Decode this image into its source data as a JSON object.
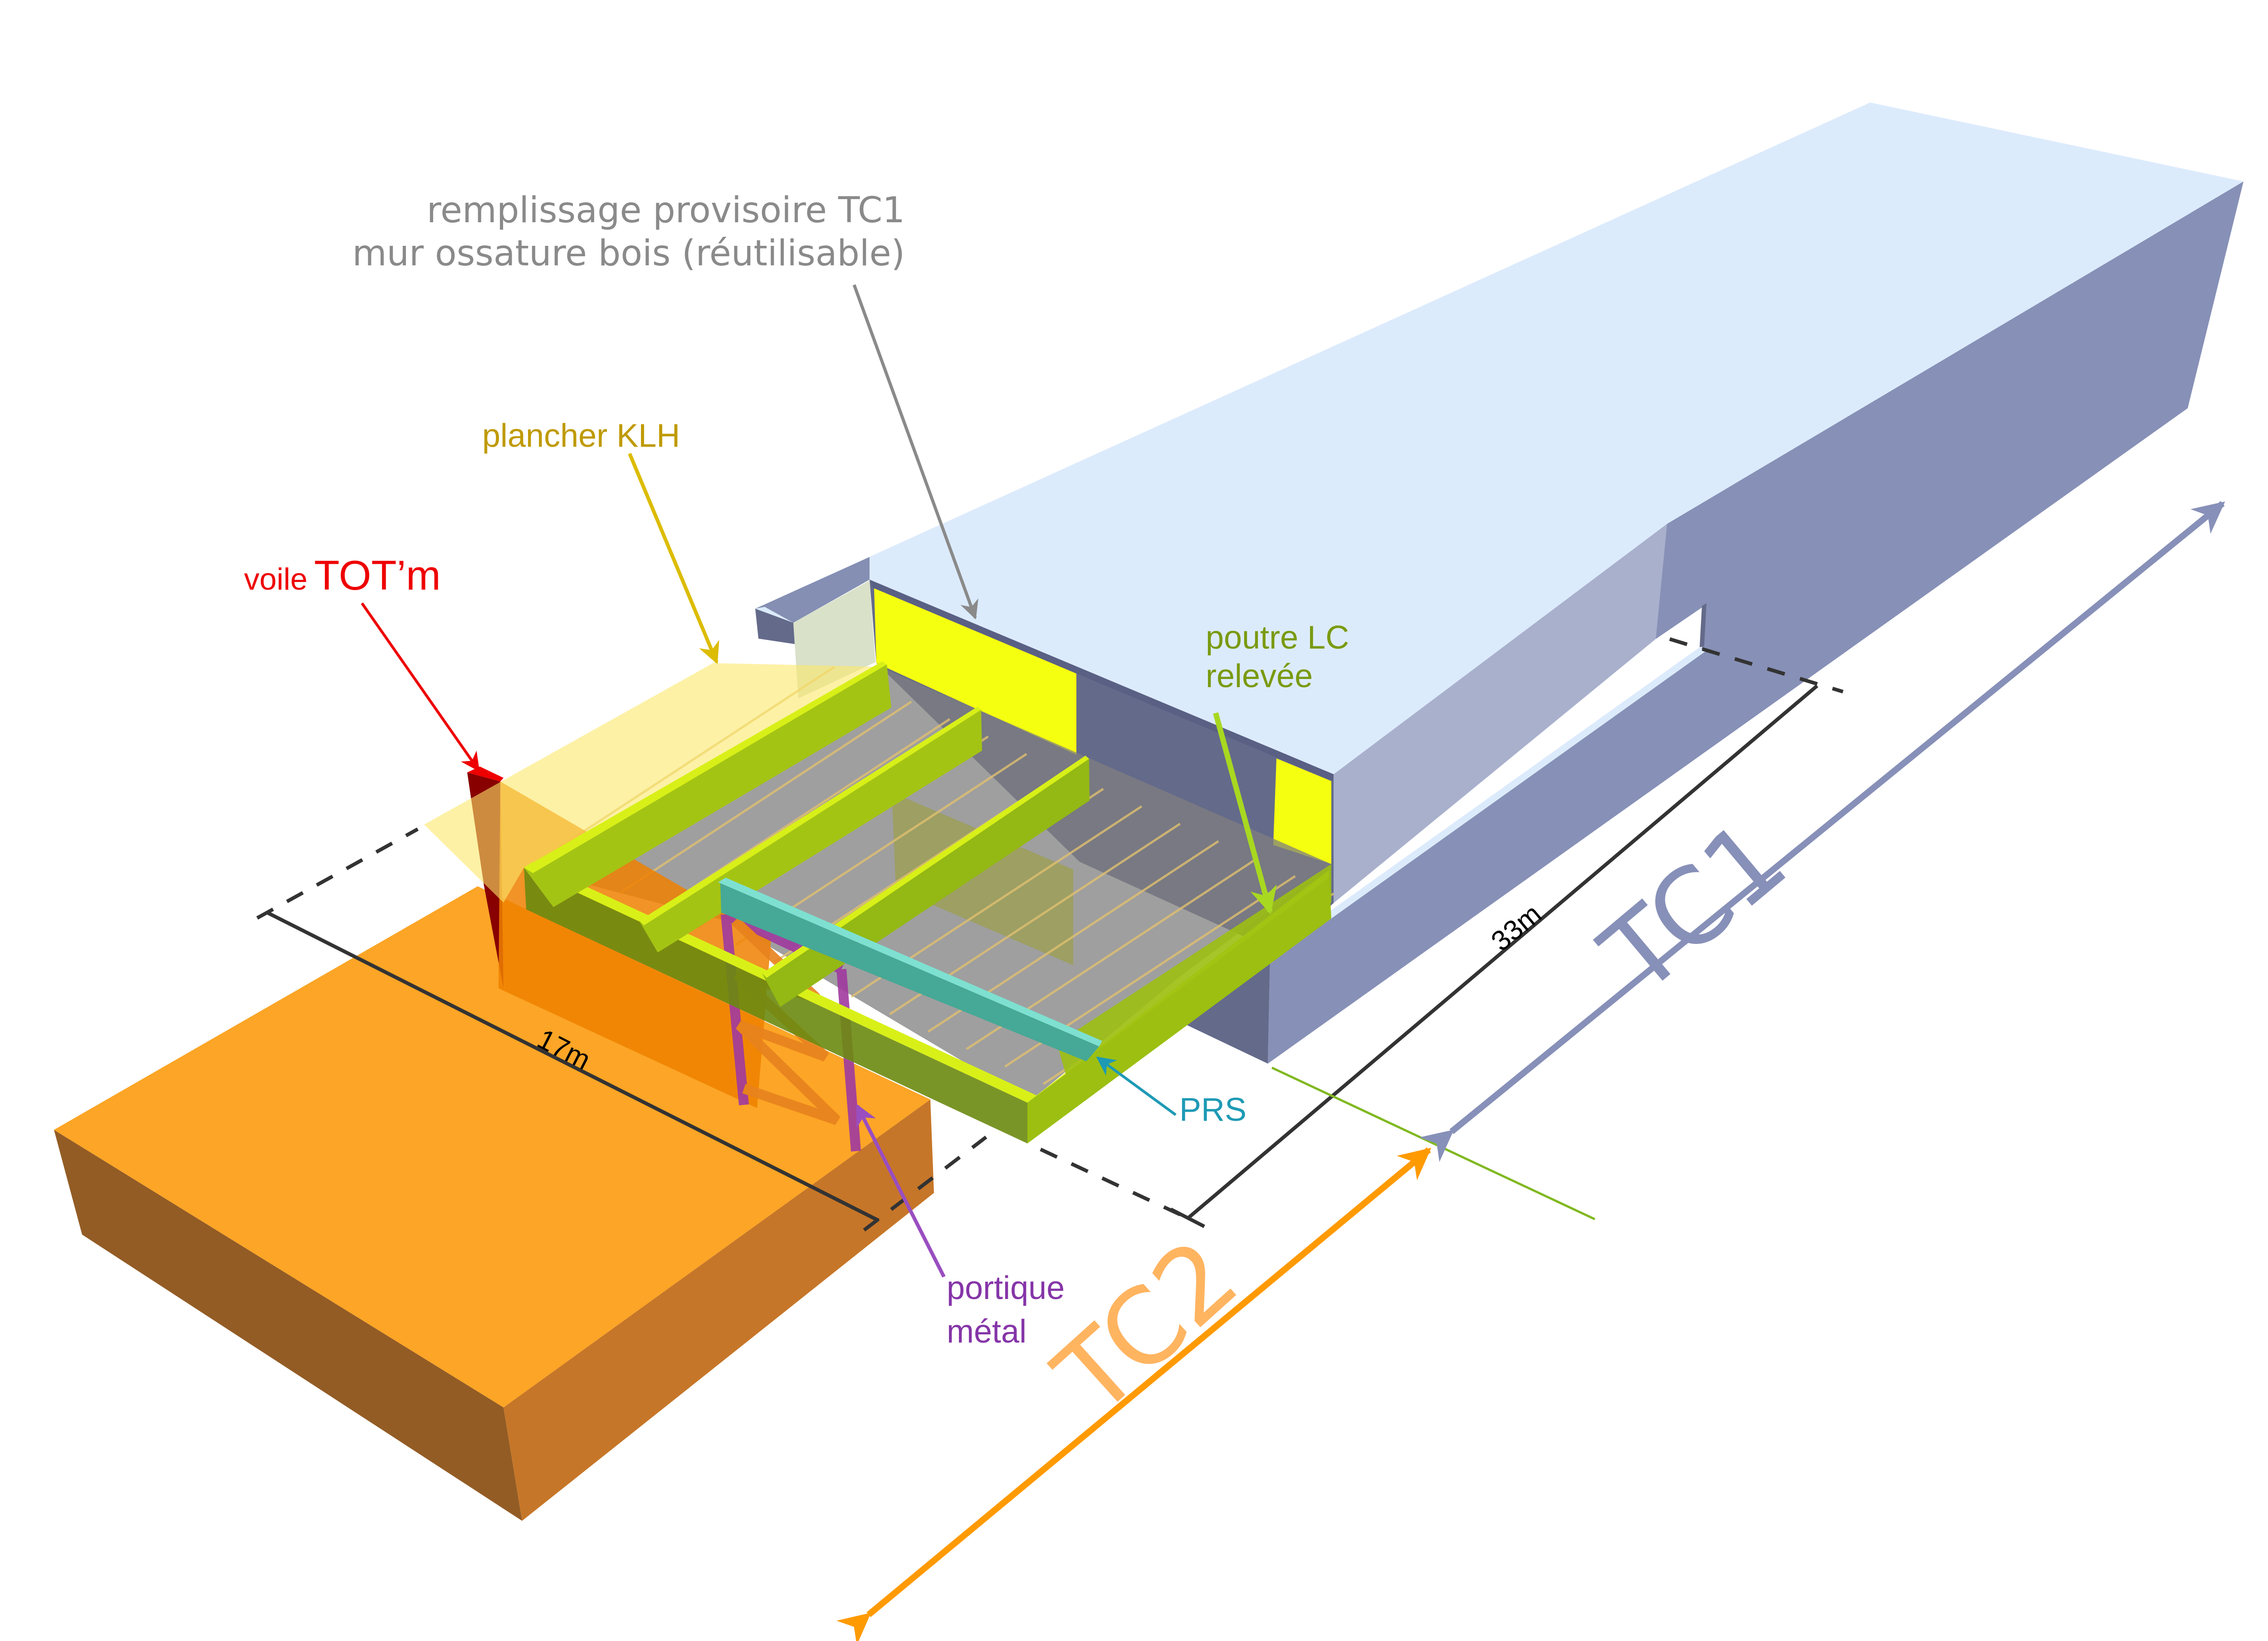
{
  "diagram": {
    "description": "Axonometric diagram of building phases TC1 and TC2 with structural elements",
    "labels": {
      "remplissage_line1": "remplissage provisoire TC1",
      "remplissage_line2": "mur ossature bois (réutilisable)",
      "plancher": "plancher KLH",
      "voile_prefix": "voile",
      "voile_name": "TOT’m",
      "poutre_line1": "poutre LC",
      "poutre_line2": "relevée",
      "prs": "PRS",
      "portique_line1": "portique",
      "portique_line2": "métal"
    },
    "dimensions": {
      "width_label": "17m",
      "length_label": "33m"
    },
    "phases": {
      "tc1": "TC1",
      "tc2": "TC2"
    },
    "colors": {
      "remplissage": "#8a8a8a",
      "plancher": "#bf9a00",
      "plancher_arrow": "#e0c000",
      "voile": "#ee0000",
      "poutre": "#7a9a10",
      "poutre_arrow": "#a8d820",
      "prs": "#1e9ab5",
      "portique": "#8535a8",
      "portique_arrow": "#9a4ec0",
      "tc1": "#8790b8",
      "tc2": "#ff9a00",
      "tc2_text": "#ffb460",
      "dimension": "#333333",
      "tc1_box_top": "#dcebfc",
      "tc1_box_side": "#8790b6",
      "tc2_box_top": "#fca526",
      "tc2_box_side_left": "#935c25",
      "tc2_box_side_right": "#c67628"
    }
  }
}
